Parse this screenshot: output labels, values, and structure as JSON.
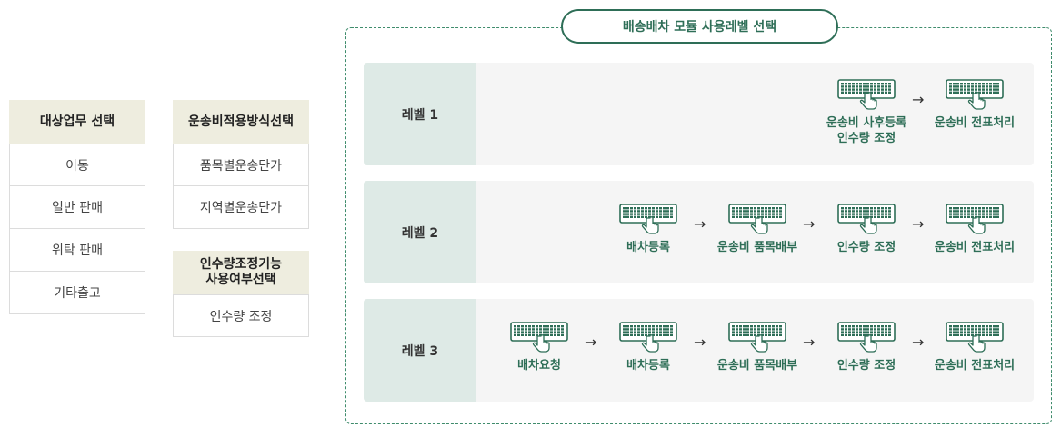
{
  "business_column": {
    "header": "대상업무 선택",
    "items": [
      "이동",
      "일반 판매",
      "위탁 판매",
      "기타출고"
    ]
  },
  "freight_column": {
    "header": "운송비적용방식선택",
    "items": [
      "품목별운송단가",
      "지역별운송단가"
    ]
  },
  "quantity_column": {
    "header": "인수량조정기능\n사용여부선택",
    "items": [
      "인수량 조정"
    ]
  },
  "module": {
    "title": "배송배차 모듈 사용레벨 선택",
    "arrow": "→",
    "levels": [
      {
        "label": "레벨 1",
        "steps": [
          "운송비 사후등록\n인수량 조정",
          "운송비 전표처리"
        ]
      },
      {
        "label": "레벨 2",
        "steps": [
          "배차등록",
          "운송비 품목배부",
          "인수량 조정",
          "운송비 전표처리"
        ]
      },
      {
        "label": "레벨 3",
        "steps": [
          "배차요청",
          "배차등록",
          "운송비 품목배부",
          "인수량 조정",
          "운송비 전표처리"
        ]
      }
    ]
  },
  "colors": {
    "accent": "#2e6e57",
    "header_bg": "#eeeddf",
    "level_bg": "#deeae6"
  }
}
